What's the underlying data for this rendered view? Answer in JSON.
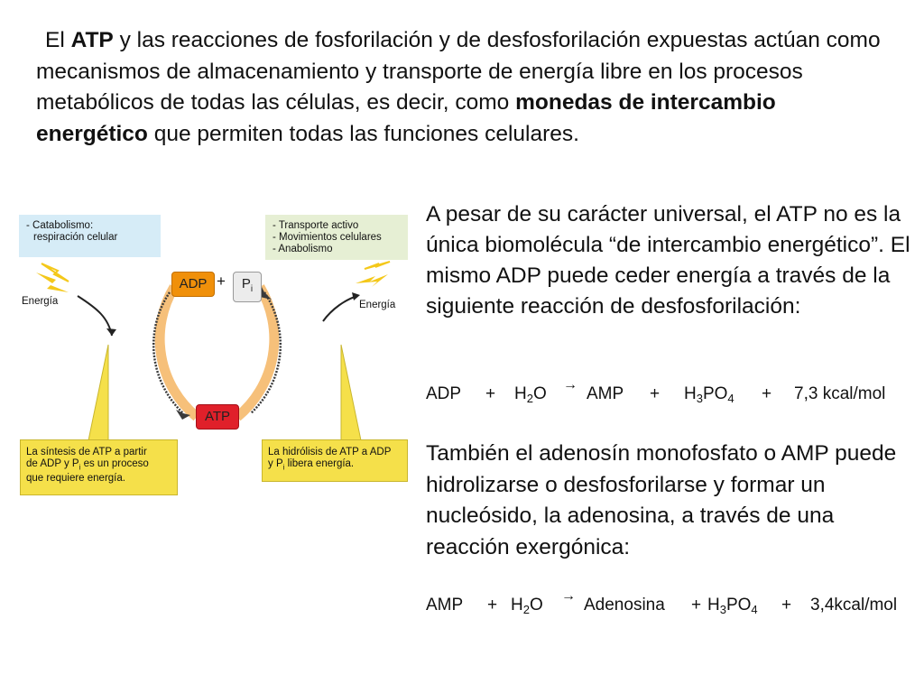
{
  "intro": {
    "lead": "El ",
    "atp": "ATP",
    "part1": " y las reacciones de fosforilación y de desfosforilación expuestas actúan como mecanismos de almacenamiento y transporte de energía libre en los procesos metabólicos de todas las células, es decir, como ",
    "bold2": "monedas de intercambio energético",
    "part2": " que permiten todas las funciones celulares."
  },
  "diagram": {
    "catabolism": [
      "- Catabolismo:",
      "respiración celular"
    ],
    "transport": [
      "- Transporte activo",
      "- Movimientos celulares",
      "- Anabolismo"
    ],
    "energy_left": "Energía",
    "energy_right": "Energía",
    "adp": "ADP",
    "plus": "+",
    "pi": "P",
    "pi_sub": "i",
    "atp": "ATP",
    "synthesis_note": [
      "La síntesis de ATP a partir",
      "de ADP y P",
      "i",
      " es un proceso",
      "que requiere energía."
    ],
    "hydrolysis_note": [
      "La hidrólisis de ATP a ADP",
      "y P",
      "i",
      " libera energía."
    ]
  },
  "right1": "A pesar de su carácter universal, el ATP no es la única biomolécula “de intercambio energético”. El mismo ADP puede ceder energía a través de la siguiente reacción de desfosforilación:",
  "eq1": {
    "t1": "ADP",
    "p1": "+",
    "h2o_a": "H",
    "h2o_sub": "2",
    "h2o_b": "O",
    "arrow": "→",
    "t2": "AMP",
    "p2": "+",
    "h3_a": "H",
    "h3_sub1": "3",
    "h3_b": "PO",
    "h3_sub2": "4",
    "p3": "+",
    "energy": "7,3 kcal/mol"
  },
  "right2": "También el adenosín monofosfato o AMP puede hidrolizarse o desfosforilarse y formar un nucleósido, la adenosina, a través de una reacción exergónica:",
  "eq2": {
    "t1": "AMP",
    "p1": "+",
    "h2o_a": "H",
    "h2o_sub": "2",
    "h2o_b": "O",
    "arrow": "→",
    "t2": "Adenosina",
    "p2": "+",
    "h3_a": "H",
    "h3_sub1": "3",
    "h3_b": "PO",
    "h3_sub2": "4",
    "p3": "+",
    "energy": "3,4kcal/mol"
  },
  "colors": {
    "adp": "#f0900a",
    "atp": "#e0202a",
    "cycle": "#f6c07a",
    "arrow": "#333333",
    "note_yellow": "#f5e04a",
    "lightning": "#f4c81a"
  }
}
